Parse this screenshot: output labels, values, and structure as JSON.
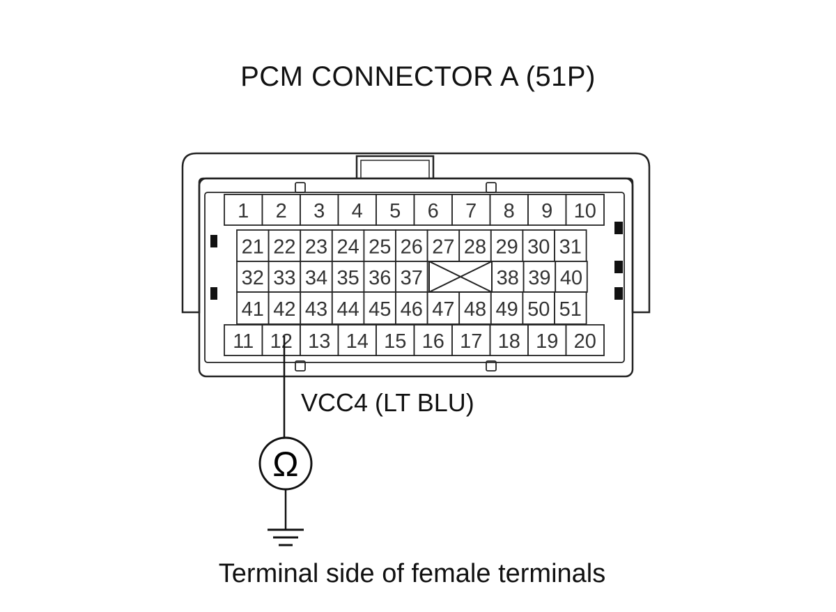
{
  "title": "PCM CONNECTOR A (51P)",
  "wire_label": "VCC4 (LT BLU)",
  "footer": "Terminal side of female terminals",
  "meter_symbol": "Ω",
  "meter_icon": "ohmmeter-icon",
  "ground_icon": "ground-icon",
  "probed_pin": "12",
  "connector": {
    "row_top": [
      "1",
      "2",
      "3",
      "4",
      "5",
      "6",
      "7",
      "8",
      "9",
      "10"
    ],
    "row_2": [
      "21",
      "22",
      "23",
      "24",
      "25",
      "26",
      "27",
      "28",
      "29",
      "30",
      "31"
    ],
    "row_3_left": [
      "32",
      "33",
      "34",
      "35",
      "36",
      "37"
    ],
    "row_3_right": [
      "38",
      "39",
      "40"
    ],
    "row_4": [
      "41",
      "42",
      "43",
      "44",
      "45",
      "46",
      "47",
      "48",
      "49",
      "50",
      "51"
    ],
    "row_bottom": [
      "11",
      "12",
      "13",
      "14",
      "15",
      "16",
      "17",
      "18",
      "19",
      "20"
    ]
  }
}
